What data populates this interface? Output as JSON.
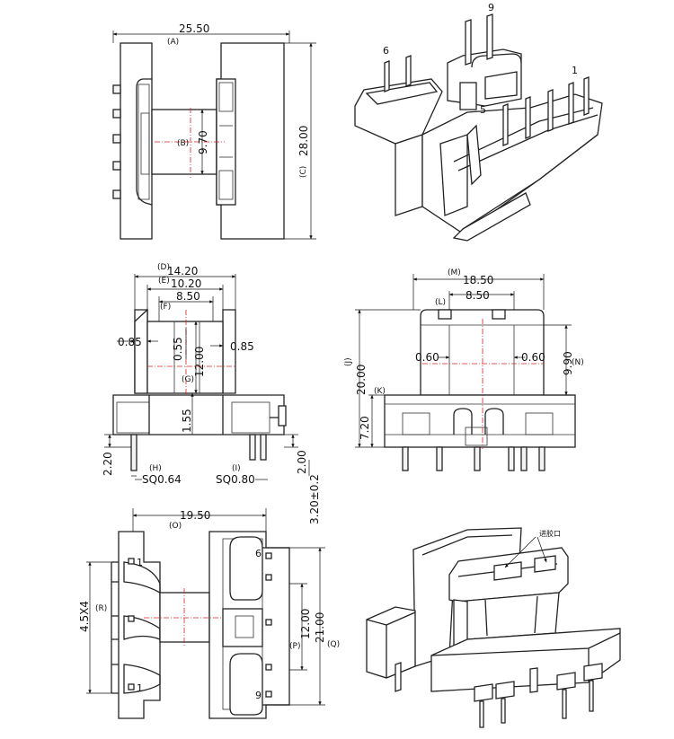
{
  "top_view": {
    "width_dim": "25.50",
    "width_tag": "(A)",
    "height_dim": "28.00",
    "height_tag": "(C)",
    "core_dim": "9.70",
    "core_tag": "(B)"
  },
  "iso_view_top": {
    "pin_6": "6",
    "pin_9": "9",
    "pin_1": "1",
    "pin_5": "5"
  },
  "front_view": {
    "d_dim": "14.20",
    "d_tag": "(D)",
    "e_dim": "10.20",
    "e_tag": "(E)",
    "f_dim": "8.50",
    "f_tag": "(F)",
    "wall_left": "0.85",
    "wall_right": "0.85",
    "gap_dim": "0.55",
    "g_dim": "12.00",
    "g_tag": "(G)",
    "flange_dim": "1.55",
    "left_pin_dim": "2.20",
    "right_pin_dim": "2.00",
    "h_tag": "(H)",
    "h_dim": "SQ0.64",
    "i_tag": "(I)",
    "i_dim": "SQ0.80",
    "pin_len_dim": "3.20±0.2"
  },
  "side_view": {
    "m_tag": "(M)",
    "m_dim": "18.50",
    "l_tag": "(L)",
    "l_dim": "8.50",
    "j_tag": "(J)",
    "j_dim": "20.00",
    "n_dim": "9.90",
    "n_tag": "(N)",
    "k_tag": "(K)",
    "k_dim": "7.20",
    "wall_left": "0.60",
    "wall_right": "0.60"
  },
  "bottom_view": {
    "o_dim": "19.50",
    "o_tag": "(O)",
    "r_dim": "4.5X4",
    "r_tag": "(R)",
    "p_dim": "12.00",
    "p_tag": "(P)",
    "q_dim": "21.00",
    "q_tag": "(Q)",
    "pin_1_top": "1",
    "pin_1_bottom": "1",
    "pin_6": "6",
    "pin_9": "9"
  },
  "iso_view_bottom": {
    "gate_label": "进胶口"
  }
}
